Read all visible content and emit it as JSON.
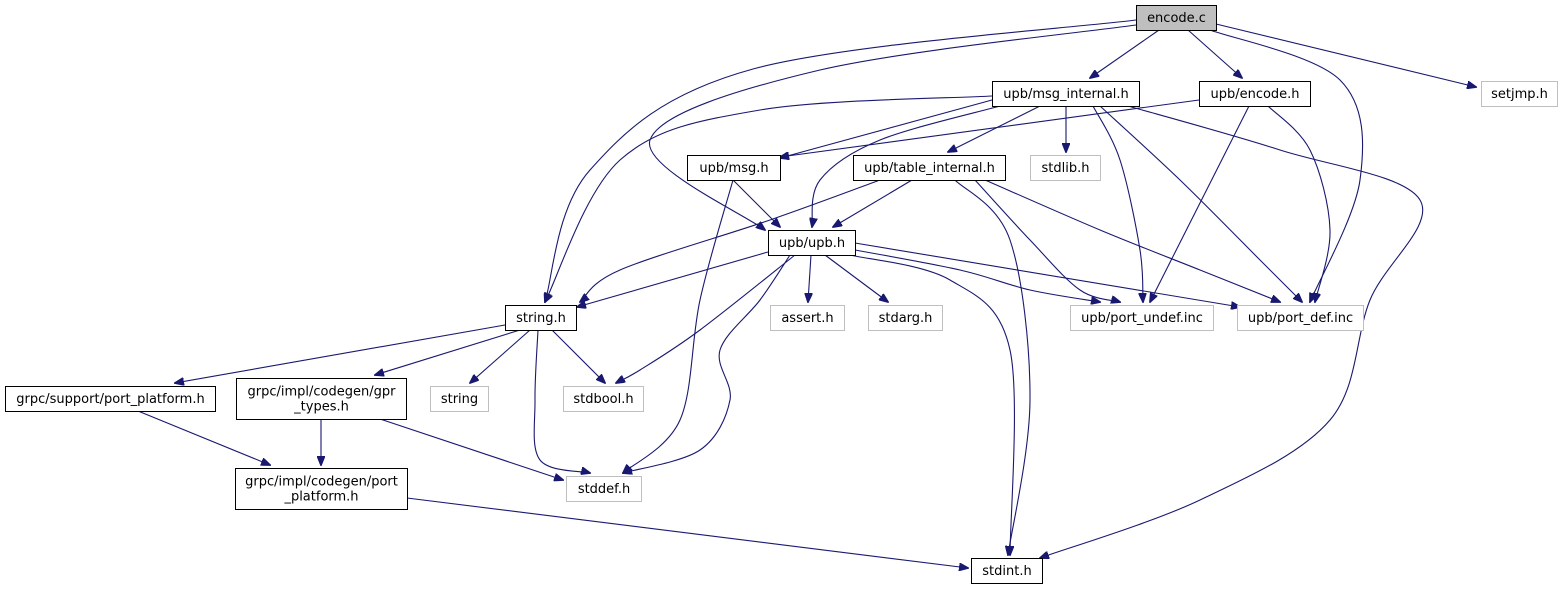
{
  "colors": {
    "edge": "#191970",
    "node_border": "#000000",
    "external_border": "#bfbfbf",
    "root_fill": "#bfbfbf",
    "background": "#ffffff"
  },
  "nodes": [
    {
      "id": "encode_c",
      "label": "encode.c",
      "kind": "root"
    },
    {
      "id": "msg_internal_h",
      "label": "upb/msg_internal.h",
      "kind": "file"
    },
    {
      "id": "encode_h",
      "label": "upb/encode.h",
      "kind": "file"
    },
    {
      "id": "setjmp_h",
      "label": "setjmp.h",
      "kind": "external"
    },
    {
      "id": "msg_h",
      "label": "upb/msg.h",
      "kind": "file"
    },
    {
      "id": "table_internal_h",
      "label": "upb/table_internal.h",
      "kind": "file"
    },
    {
      "id": "stdlib_h",
      "label": "stdlib.h",
      "kind": "external"
    },
    {
      "id": "upb_h",
      "label": "upb/upb.h",
      "kind": "file"
    },
    {
      "id": "string_h",
      "label": "string.h",
      "kind": "file"
    },
    {
      "id": "assert_h",
      "label": "assert.h",
      "kind": "external"
    },
    {
      "id": "stdarg_h",
      "label": "stdarg.h",
      "kind": "external"
    },
    {
      "id": "port_undef_inc",
      "label": "upb/port_undef.inc",
      "kind": "external"
    },
    {
      "id": "port_def_inc",
      "label": "upb/port_def.inc",
      "kind": "external"
    },
    {
      "id": "grpc_support_port_platform_h",
      "label": "grpc/support/port_platform.h",
      "kind": "file"
    },
    {
      "id": "gpr_types_h",
      "label": [
        "grpc/impl/codegen/gpr",
        "_types.h"
      ],
      "kind": "file"
    },
    {
      "id": "string",
      "label": "string",
      "kind": "external"
    },
    {
      "id": "stdbool_h",
      "label": "stdbool.h",
      "kind": "external"
    },
    {
      "id": "codegen_port_platform_h",
      "label": [
        "grpc/impl/codegen/port",
        "_platform.h"
      ],
      "kind": "file"
    },
    {
      "id": "stddef_h",
      "label": "stddef.h",
      "kind": "external"
    },
    {
      "id": "stdint_h",
      "label": "stdint.h",
      "kind": "file"
    }
  ],
  "edges": [
    [
      "encode_c",
      "msg_internal_h"
    ],
    [
      "encode_c",
      "encode_h"
    ],
    [
      "encode_c",
      "setjmp_h"
    ],
    [
      "encode_c",
      "string_h"
    ],
    [
      "encode_c",
      "upb_h"
    ],
    [
      "encode_c",
      "port_def_inc"
    ],
    [
      "msg_internal_h",
      "msg_h"
    ],
    [
      "msg_internal_h",
      "table_internal_h"
    ],
    [
      "msg_internal_h",
      "stdlib_h"
    ],
    [
      "msg_internal_h",
      "upb_h"
    ],
    [
      "msg_internal_h",
      "string_h"
    ],
    [
      "msg_internal_h",
      "port_undef_inc"
    ],
    [
      "msg_internal_h",
      "port_def_inc"
    ],
    [
      "msg_internal_h",
      "stdint_h"
    ],
    [
      "encode_h",
      "msg_h"
    ],
    [
      "encode_h",
      "port_undef_inc"
    ],
    [
      "encode_h",
      "port_def_inc"
    ],
    [
      "msg_h",
      "upb_h"
    ],
    [
      "msg_h",
      "stddef_h"
    ],
    [
      "table_internal_h",
      "upb_h"
    ],
    [
      "table_internal_h",
      "string_h"
    ],
    [
      "table_internal_h",
      "stdint_h"
    ],
    [
      "table_internal_h",
      "port_undef_inc"
    ],
    [
      "table_internal_h",
      "port_def_inc"
    ],
    [
      "upb_h",
      "string_h"
    ],
    [
      "upb_h",
      "assert_h"
    ],
    [
      "upb_h",
      "stdarg_h"
    ],
    [
      "upb_h",
      "stdbool_h"
    ],
    [
      "upb_h",
      "stddef_h"
    ],
    [
      "upb_h",
      "stdint_h"
    ],
    [
      "upb_h",
      "port_undef_inc"
    ],
    [
      "upb_h",
      "port_def_inc"
    ],
    [
      "string_h",
      "grpc_support_port_platform_h"
    ],
    [
      "string_h",
      "gpr_types_h"
    ],
    [
      "string_h",
      "string"
    ],
    [
      "string_h",
      "stdbool_h"
    ],
    [
      "string_h",
      "stddef_h"
    ],
    [
      "grpc_support_port_platform_h",
      "codegen_port_platform_h"
    ],
    [
      "gpr_types_h",
      "codegen_port_platform_h"
    ],
    [
      "gpr_types_h",
      "stddef_h"
    ],
    [
      "codegen_port_platform_h",
      "stdint_h"
    ]
  ]
}
